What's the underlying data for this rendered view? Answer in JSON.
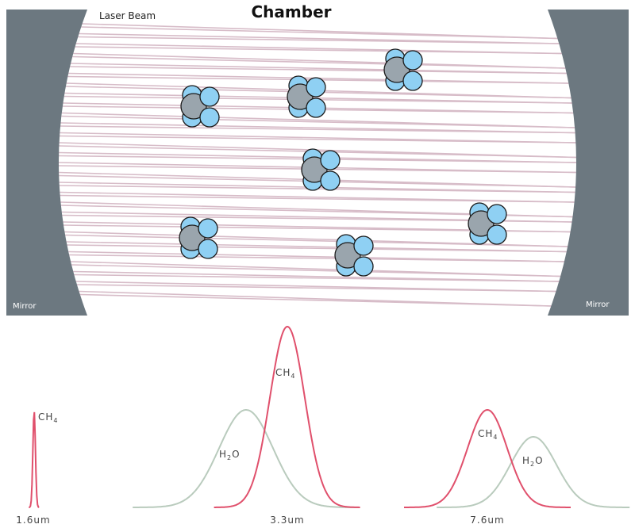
{
  "chamber": {
    "title": "Chamber",
    "beam_label": "Laser Beam",
    "mirror_left_label": "Mirror",
    "mirror_right_label": "Mirror"
  },
  "spectrum": {
    "axis_labels": [
      "1.6um",
      "3.3um",
      "7.6um"
    ],
    "peaks": [
      {
        "species": "CH",
        "sub": "4"
      },
      {
        "species": "H",
        "sub": "2",
        "tail": "O"
      },
      {
        "species": "CH",
        "sub": "4"
      },
      {
        "species": "CH",
        "sub": "4"
      },
      {
        "species": "H",
        "sub": "2",
        "tail": "O"
      }
    ]
  },
  "colors": {
    "mirror": "#6c7880",
    "beam": "#d7bcc8",
    "carbon": "#9aa5ad",
    "hydrogen": "#8fd0f3",
    "outline": "#1a1a1a",
    "ch4_curve": "#e0506c",
    "h2o_curve": "#b9cbbd"
  }
}
